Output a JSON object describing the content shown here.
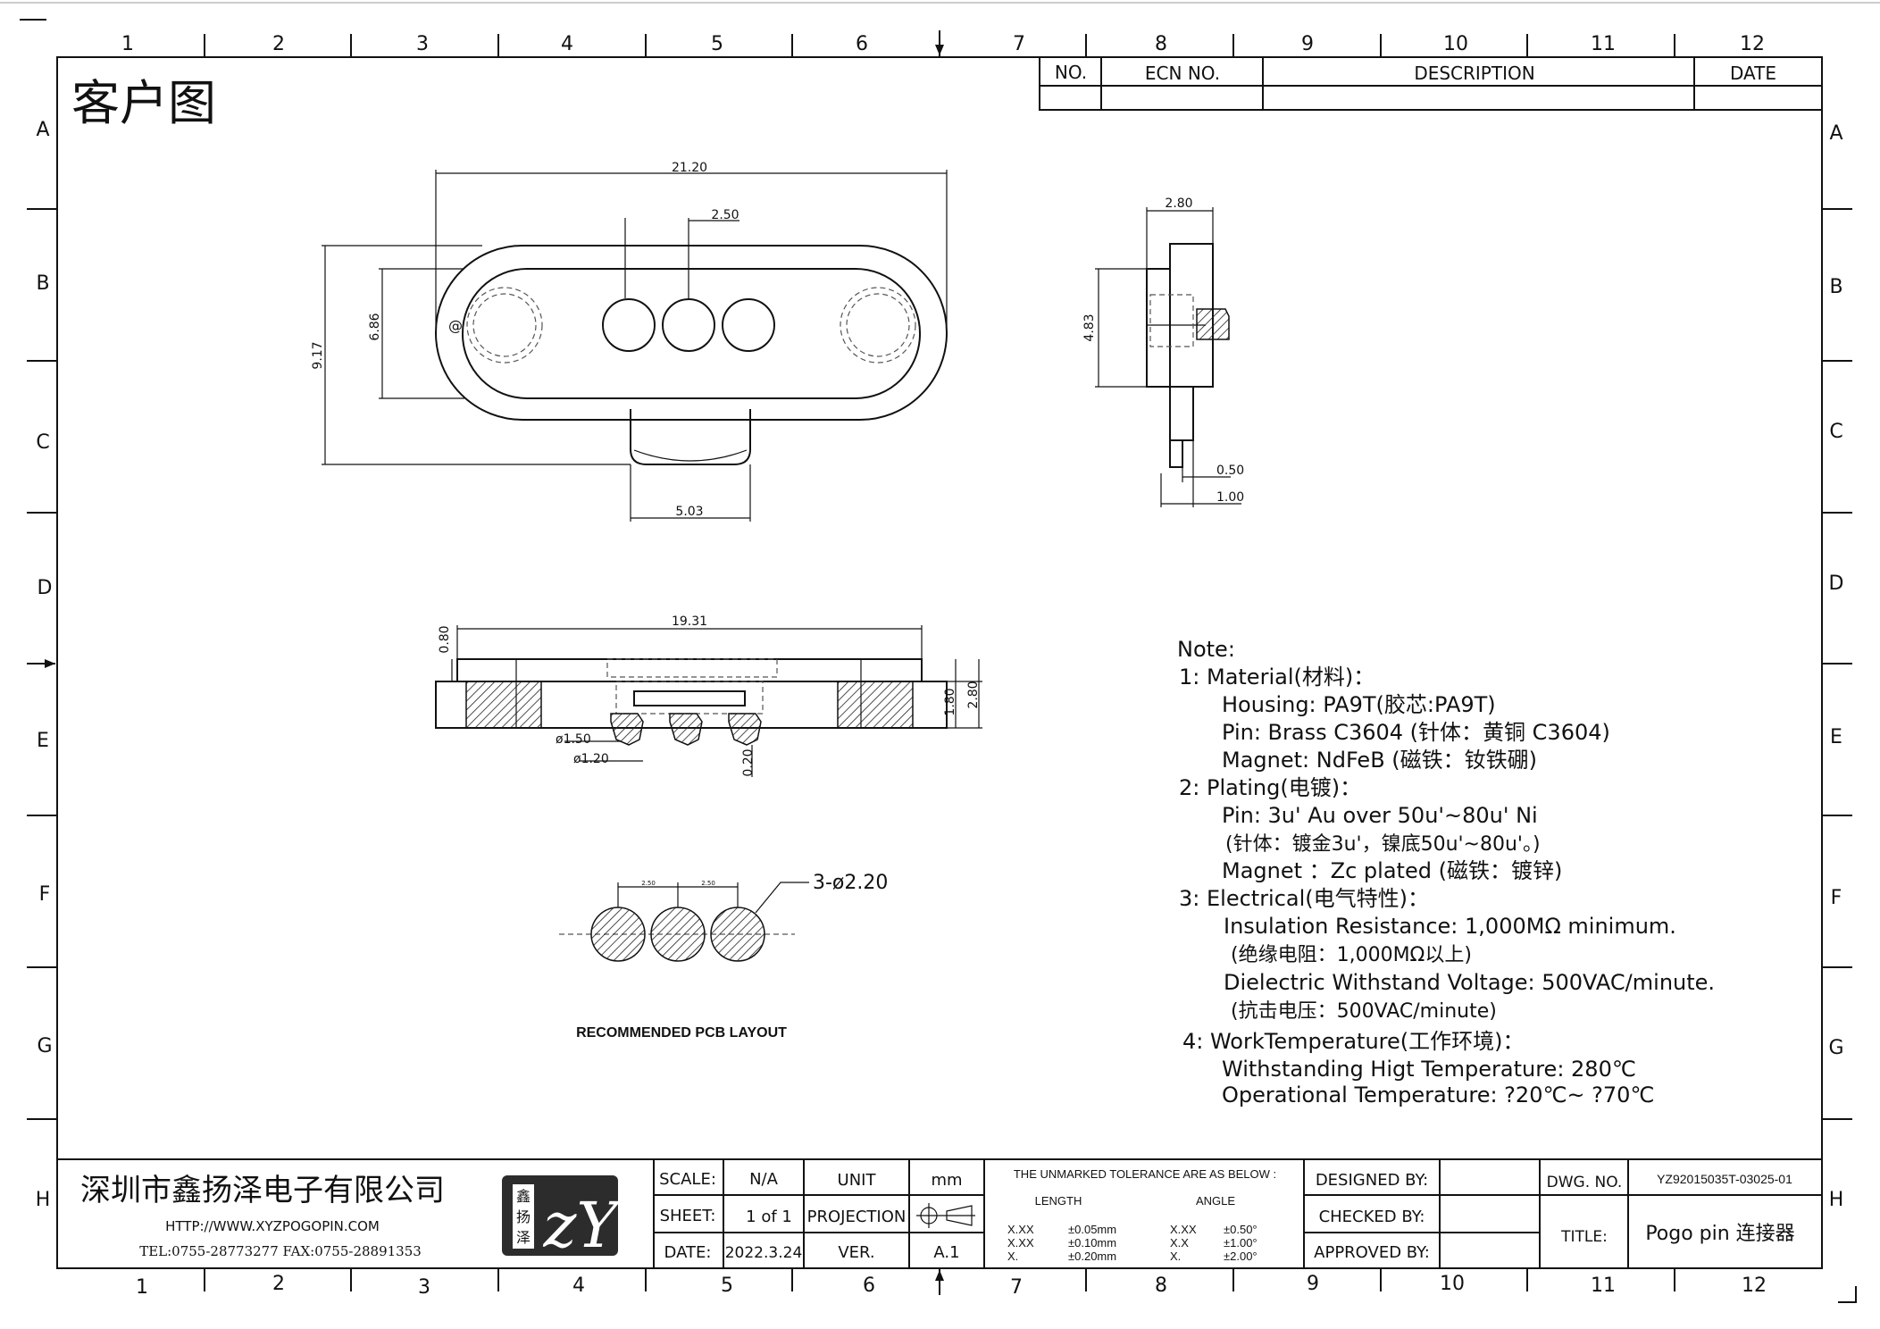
{
  "frame": {
    "col_numbers": [
      "1",
      "2",
      "3",
      "4",
      "5",
      "6",
      "7",
      "8",
      "9",
      "10",
      "11",
      "12"
    ],
    "row_letters": [
      "A",
      "B",
      "C",
      "D",
      "E",
      "F",
      "G",
      "H"
    ]
  },
  "corner_title": "客户图",
  "revision_table": {
    "headers": [
      "NO.",
      "ECN NO.",
      "DESCRIPTION",
      "DATE"
    ]
  },
  "dimensions": {
    "top_view": {
      "width": "21.20",
      "pitch": "2.50",
      "outer_height": "9.17",
      "inner_height": "6.86",
      "tab_width": "5.03"
    },
    "side_view": {
      "depth": "2.80",
      "height": "4.83",
      "pin_a": "0.50",
      "pin_b": "1.00"
    },
    "section_view": {
      "length": "19.31",
      "top": "0.80",
      "h1": "1.80",
      "h2": "2.80",
      "dia_a": "ø1.50",
      "dia_b": "ø1.20",
      "gap": "0.20"
    },
    "pcb": {
      "pad_spec": "3-ø2.20",
      "pitch_a": "2.50",
      "pitch_b": "2.50",
      "caption": "RECOMMENDED PCB LAYOUT"
    }
  },
  "notes": {
    "heading": "Note:",
    "lines": [
      "1:  Material(材料)：",
      "Housing:  PA9T(胶芯:PA9T)",
      "Pin:  Brass  C3604  (针体：黄铜 C3604)",
      "Magnet:  NdFeB      (磁铁：钕铁硼)",
      "2:  Plating(电镀)：",
      "Pin:  3u'  Au  over  50u'~80u'  Ni",
      "(针体：镀金3u'，镍底50u'~80u'。)",
      "Magnet  ：Zc plated (磁铁：镀锌)",
      "3:  Electrical(电气特性)：",
      "Insulation  Resistance:  1,000MΩ  minimum.",
      "(绝缘电阻：1,000MΩ以上)",
      "Dielectric  Withstand  Voltage:  500VAC/minute.",
      "(抗击电压：500VAC/minute)",
      "4:  WorkTemperature(工作环境)：",
      "Withstanding  Higt  Temperature:  280℃",
      "Operational  Temperature:  ?20℃~  ?70℃"
    ]
  },
  "title_block": {
    "company": "深圳市鑫扬泽电子有限公司",
    "website": "HTTP://WWW.XYZPOGOPIN.COM",
    "contact": "TEL:0755-28773277    FAX:0755-28891353",
    "logo_small": [
      "鑫",
      "扬",
      "泽"
    ],
    "logo_big": "zY",
    "scale_label": "SCALE:",
    "scale_value": "N/A",
    "unit_label": "UNIT",
    "unit_value": "mm",
    "sheet_label": "SHEET:",
    "sheet_value": "1  of  1",
    "projection_label": "PROJECTION",
    "date_label": "DATE:",
    "date_value": "2022.3.24",
    "ver_label": "VER.",
    "ver_value": "A.1",
    "tolerance_heading": "THE  UNMARKED  TOLERANCE  ARE  AS  BELOW :",
    "length_label": "LENGTH",
    "angle_label": "ANGLE",
    "length_tol": [
      [
        "X.XX",
        "±0.05mm"
      ],
      [
        "X.XX",
        "±0.10mm"
      ],
      [
        "X.",
        "±0.20mm"
      ]
    ],
    "angle_tol": [
      [
        "X.XX",
        "±0.50°"
      ],
      [
        "X.X",
        "±1.00°"
      ],
      [
        "X.",
        "±2.00°"
      ]
    ],
    "designed_label": "DESIGNED  BY:",
    "checked_label": "CHECKED  BY:",
    "approved_label": "APPROVED  BY:",
    "dwg_label": "DWG.  NO.",
    "dwg_value": "YZ92015035T-03025-01",
    "title_label": "TITLE:",
    "title_value": "Pogo  pin  连接器"
  }
}
